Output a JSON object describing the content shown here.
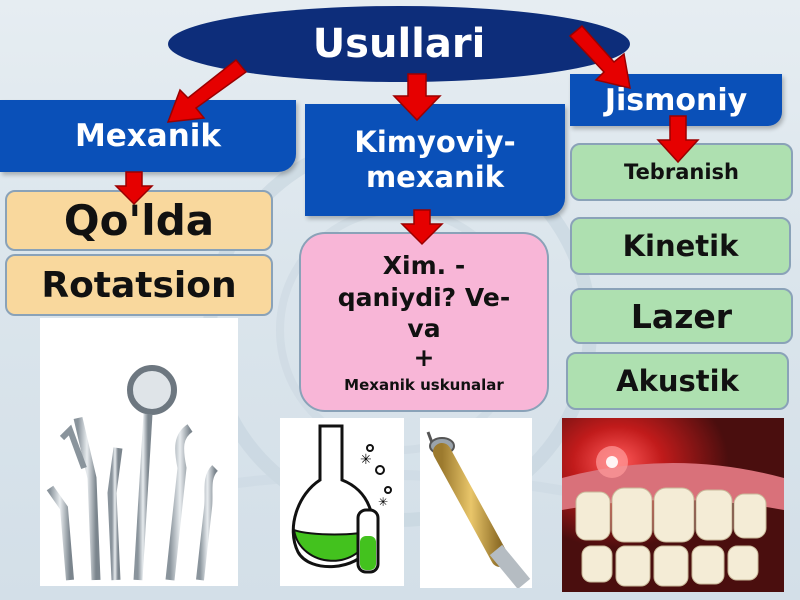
{
  "title": "Usullari",
  "categories": {
    "mexanik": "Mexanik",
    "kimyoviy_line1": "Kimyoviy-",
    "kimyoviy_line2": "mexanik",
    "jismoniy": "Jismoniy"
  },
  "mexanik_items": [
    "Qo'lda",
    "Rotatsion"
  ],
  "kimyoviy_box": {
    "line1": "Xim. -",
    "line2": "qaniydi? Ve-",
    "line3": "va",
    "plus": "+",
    "small": "Mexanik uskunalar"
  },
  "jismoniy_items": [
    "Tebranish",
    "Kinetik",
    "Lazer",
    "Akustik"
  ],
  "colors": {
    "oval": "#0d2d7a",
    "category": "#0a50b8",
    "arrow": "#e60000",
    "yellow": "#f9d89d",
    "pink": "#f8b6d7",
    "green": "#aee0b0"
  },
  "images": {
    "tools": "dental-tools-image",
    "flask": "flask-image",
    "handpiece": "dental-handpiece-image",
    "teeth": "laser-teeth-image"
  }
}
